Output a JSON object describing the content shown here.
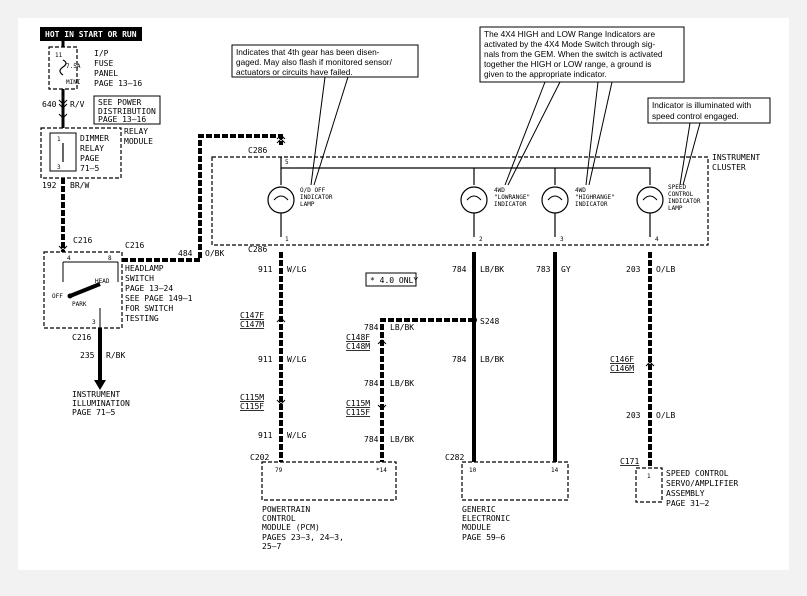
{
  "header": {
    "title": "HOT IN START OR RUN"
  },
  "fuse": {
    "num": "11",
    "rating": "7.5A",
    "type": "MINI",
    "label1": "I/P",
    "label2": "FUSE",
    "label3": "PANEL",
    "page": "PAGE 13–16"
  },
  "wire640": {
    "num": "640",
    "color": "R/V"
  },
  "power_ref": {
    "l1": "SEE POWER",
    "l2": "DISTRIBUTION",
    "l3": "PAGE 13–16"
  },
  "dimmer": {
    "l1": "DIMMER",
    "l2": "RELAY",
    "l3": "PAGE",
    "l4": "71–5",
    "module1": "RELAY",
    "module2": "MODULE",
    "pin1": "1",
    "pin3": "3"
  },
  "wire192": {
    "num": "192",
    "color": "BR/W"
  },
  "headlamp": {
    "conn_top": "C216",
    "conn_right": "C216",
    "conn_bottom": "C216",
    "pin4": "4",
    "pin8": "8",
    "pin3": "3",
    "head": "HEAD",
    "off": "OFF",
    "park": "PARK",
    "l1": "HEADLAMP",
    "l2": "SWITCH",
    "l3": "PAGE 13–24",
    "l4": "SEE PAGE 149–1",
    "l5": "FOR SWITCH",
    "l6": "TESTING"
  },
  "wire484": {
    "num": "484",
    "color": "O/BK"
  },
  "wire235": {
    "num": "235",
    "color": "R/BK"
  },
  "illumination": {
    "l1": "INSTRUMENT",
    "l2": "ILLUMINATION",
    "l3": "PAGE 71–5"
  },
  "cluster": {
    "l1": "INSTRUMENT",
    "l2": "CLUSTER",
    "conn_top": "C286",
    "conn_bottom": "C286",
    "pin5": "5",
    "pin1": "1",
    "pin2": "2",
    "pin3": "3",
    "pin4": "4"
  },
  "lamps": [
    {
      "l1": "O/D OFF",
      "l2": "INDICATOR",
      "l3": "LAMP"
    },
    {
      "l1": "4WD",
      "l2": "\"LOWRANGE\"",
      "l3": "INDICATOR"
    },
    {
      "l1": "4WD",
      "l2": "\"HIGHRANGE\"",
      "l3": "INDICATOR"
    },
    {
      "l1": "SPEED",
      "l2": "CONTROL",
      "l3": "INDICATOR",
      "l4": "LAMP"
    }
  ],
  "annotations": {
    "od": [
      "Indicates that 4th gear has been disen-",
      "gaged. May also flash if monitored sensor/",
      "actuators or circuits have failed."
    ],
    "range": [
      "The 4X4 HIGH and LOW Range Indicators are",
      "activated by the 4X4 Mode Switch through sig-",
      "nals from the GEM.  When the switch is activated",
      "together the HIGH or LOW range, a ground is",
      "given to the appropriate indicator."
    ],
    "speed": [
      "Indicator is illuminated with",
      "speed control engaged."
    ]
  },
  "only_note": "* 4.0 ONLY",
  "w911": [
    {
      "num": "911",
      "color": "W/LG"
    },
    {
      "num": "911",
      "color": "W/LG"
    },
    {
      "num": "911",
      "color": "W/LG"
    }
  ],
  "c147": [
    "C147F",
    "C147M"
  ],
  "c115": [
    "C115M",
    "C115F"
  ],
  "c202": "C202",
  "pcm": {
    "pin79": "79",
    "pin14": "*14",
    "l1": "POWERTRAIN",
    "l2": "CONTROL",
    "l3": "MODULE (PCM)",
    "l4": "PAGES 23–3, 24–3,",
    "l5": "25–7"
  },
  "w784": [
    {
      "num": "784",
      "color": "LB/BK"
    },
    {
      "num": "784",
      "color": "LB/BK"
    },
    {
      "num": "784",
      "color": "LB/BK"
    },
    {
      "num": "784",
      "color": "LB/BK"
    },
    {
      "num": "784",
      "color": "LB/BK"
    }
  ],
  "c148": [
    "C148F",
    "C148M"
  ],
  "c115b": [
    "C115M",
    "C115F"
  ],
  "splice": "S248",
  "w783": {
    "num": "783",
    "color": "GY"
  },
  "c282": "C282",
  "gem": {
    "pin10": "10",
    "pin14": "14",
    "l1": "GENERIC",
    "l2": "ELECTRONIC",
    "l3": "MODULE",
    "l4": "PAGE 59–6"
  },
  "w203": [
    {
      "num": "203",
      "color": "O/LB"
    },
    {
      "num": "203",
      "color": "O/LB"
    }
  ],
  "c146": [
    "C146F",
    "C146M"
  ],
  "c171": "C171",
  "speed": {
    "pin1": "1",
    "l1": "SPEED CONTROL",
    "l2": "SERVO/AMPLIFIER",
    "l3": "ASSEMBLY",
    "l4": "PAGE 31–2"
  }
}
